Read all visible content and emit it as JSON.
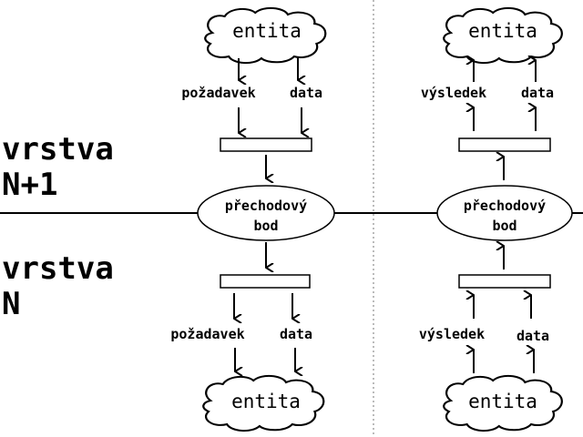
{
  "layers": {
    "upper": [
      "vrstva",
      "N+1"
    ],
    "lower": [
      "vrstva",
      "N"
    ]
  },
  "left_column": {
    "top_entity": "entita",
    "top_labels": [
      "požadavek",
      "data"
    ],
    "node": [
      "přechodový",
      "bod"
    ],
    "bottom_labels": [
      "požadavek",
      "data"
    ],
    "bottom_entity": "entita"
  },
  "right_column": {
    "top_entity": "entita",
    "top_labels": [
      "výsledek",
      "data"
    ],
    "node": [
      "přechodový",
      "bod"
    ],
    "bottom_labels": [
      "výsledek",
      "data"
    ],
    "bottom_entity": "entita"
  }
}
